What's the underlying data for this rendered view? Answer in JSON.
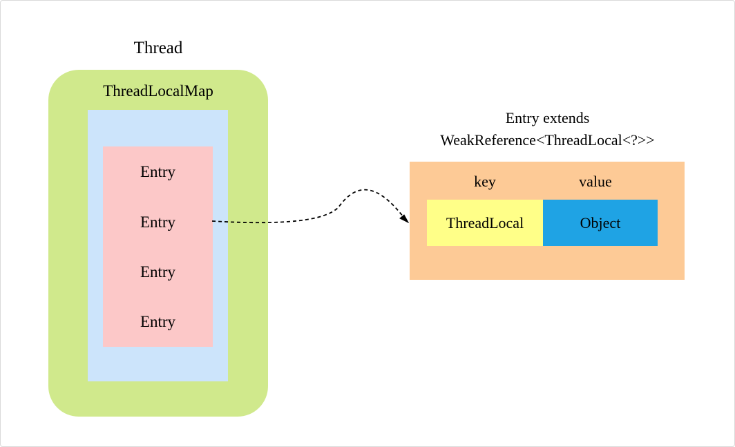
{
  "thread": {
    "title": "Thread"
  },
  "thread_local_map": {
    "title": "ThreadLocalMap",
    "entries": [
      "Entry",
      "Entry",
      "Entry",
      "Entry"
    ]
  },
  "entry_detail": {
    "title_line1": "Entry extends",
    "title_line2": "WeakReference<ThreadLocal<?>>",
    "key_header": "key",
    "value_header": "value",
    "key_cell": "ThreadLocal",
    "value_cell": "Object"
  },
  "colors": {
    "thread_box": "#d0e98c",
    "map_box": "#cce4fb",
    "entry_box": "#fcc8c8",
    "detail_box": "#fdca96",
    "key_box": "#ffff88",
    "value_box": "#1fa3e4"
  }
}
